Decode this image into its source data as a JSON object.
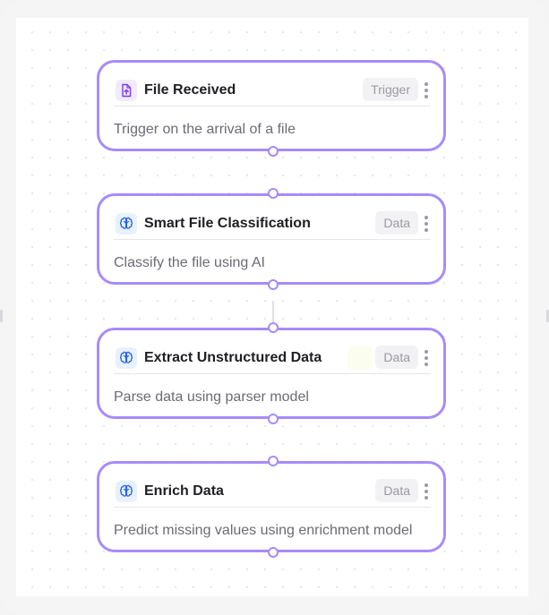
{
  "colors": {
    "node_border": "#a78bfa",
    "trigger_icon": "#7c3aed",
    "data_icon": "#2563eb",
    "canvas": "#ffffff"
  },
  "nodes": [
    {
      "title": "File Received",
      "badge": "Trigger",
      "description": "Trigger on the arrival of a file",
      "icon": "file-upload-icon"
    },
    {
      "title": "Smart File Classification",
      "badge": "Data",
      "description": "Classify the file using AI",
      "icon": "brain-icon"
    },
    {
      "title": "Extract Unstructured Data",
      "badge": "Data",
      "description": "Parse data using parser model",
      "icon": "brain-icon"
    },
    {
      "title": "Enrich Data",
      "badge": "Data",
      "description": "Predict missing values using enrichment model",
      "icon": "brain-icon"
    }
  ]
}
